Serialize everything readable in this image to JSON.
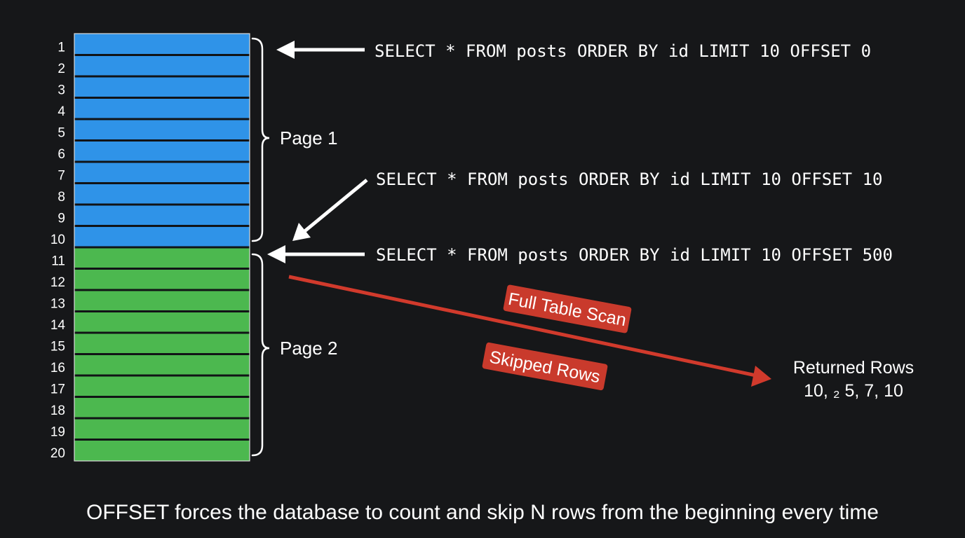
{
  "rows": {
    "labels": [
      "1",
      "2",
      "3",
      "4",
      "5",
      "6",
      "7",
      "8",
      "9",
      "10",
      "11",
      "12",
      "13",
      "14",
      "15",
      "16",
      "17",
      "18",
      "19",
      "20"
    ],
    "page1_color": "#2f93e8",
    "page2_color": "#4cb84f",
    "separator_color": "#111316"
  },
  "pages": [
    {
      "label": "Page 1"
    },
    {
      "label": "Page 2"
    }
  ],
  "queries": {
    "offset_0": "SELECT * FROM posts ORDER BY id LIMIT 10 OFFSET 0",
    "offset_10": "SELECT * FROM posts ORDER BY id LIMIT 10 OFFSET 10",
    "offset_500": "SELECT * FROM posts ORDER BY id LIMIT 10 OFFSET 500"
  },
  "scan": {
    "arrow_color": "#d13a2c",
    "tag_color": "#c93a2c",
    "full_table_scan": "Full Table Scan",
    "skipped_rows": "Skipped Rows"
  },
  "returned": {
    "title": "Returned Rows",
    "values": "10, ₂ 5, 7, 10"
  },
  "caption": "OFFSET forces the database to count and skip N rows from the beginning every time"
}
